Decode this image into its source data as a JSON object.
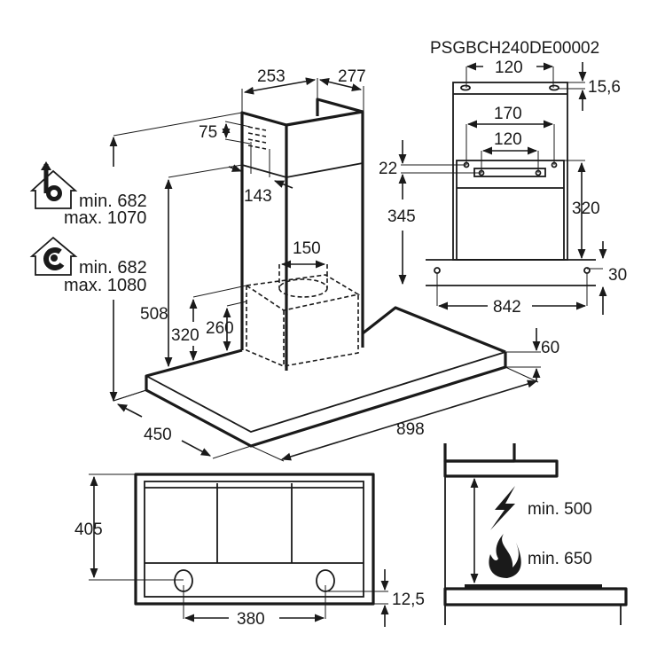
{
  "diagram": {
    "model_code": "PSGBCH240DE00002",
    "main_view": {
      "chimney_width": "253",
      "chimney_depth": "277",
      "vent_height": "75",
      "vent_offset": "143",
      "duct_diameter": "150",
      "height_508": "508",
      "height_320": "320",
      "height_260": "260",
      "hood_depth": "450",
      "hood_width": "898",
      "hood_thickness": "60",
      "extraction_mode": {
        "icon": "house-extraction-fan-icon",
        "min": "min. 682",
        "max": "max. 1070"
      },
      "recirculation_mode": {
        "icon": "house-recirculation-fan-icon",
        "min": "min. 682",
        "max": "max. 1080"
      }
    },
    "bracket_view": {
      "top_hole_spacing": "120",
      "top_offset": "15,6",
      "bracket_width": "170",
      "bracket_hole_spacing": "120",
      "offset_22": "22",
      "height_345": "345",
      "height_320": "320",
      "offset_30": "30",
      "screw_spacing": "842"
    },
    "bottom_view": {
      "depth": "405",
      "light_spacing": "380",
      "edge_offset": "12,5"
    },
    "clearance_view": {
      "electric": {
        "icon": "lightning-icon",
        "label": "min. 500"
      },
      "gas": {
        "icon": "flame-icon",
        "label": "min. 650"
      }
    }
  }
}
